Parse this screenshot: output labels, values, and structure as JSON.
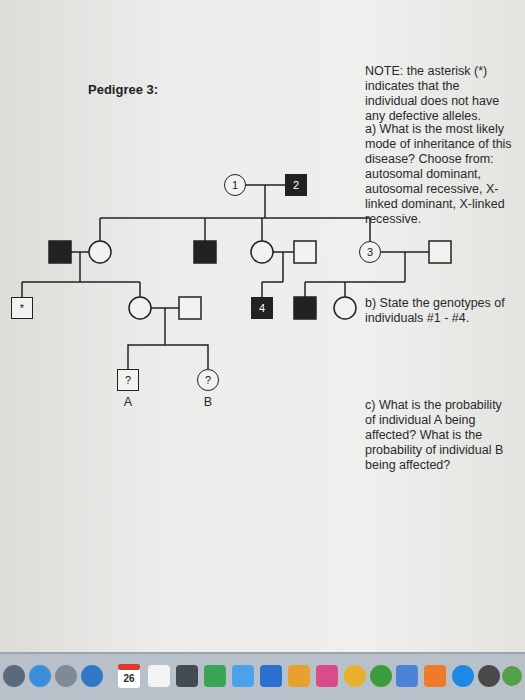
{
  "diagram": {
    "title": "Pedigree 3:",
    "nodes": [
      {
        "text": [
          "1"
        ]
      },
      {
        "text": [
          "2"
        ]
      },
      {
        "text": [
          "3"
        ]
      },
      {
        "text": [
          "*"
        ]
      },
      {
        "text": [
          "4"
        ]
      },
      {
        "text": [
          "?"
        ]
      },
      {
        "text": [
          "?"
        ]
      }
    ],
    "edges": [
      {
        "from": 0,
        "to": 1,
        "arrow": "none"
      },
      {
        "from": 5,
        "to": 6,
        "arrow": "none"
      }
    ],
    "labels": [
      "NOTE: the asterisk (*) indicates that the individual does not have any defective alleles.",
      "a) What is the most likely mode of inheritance of this disease? Choose from: autosomal dominant, autosomal recessive, X-linked dominant, X-linked recessive.",
      "b) State the genotypes of individuals #1 - #4.",
      "c) What is the probability of individual A being affected? What is the probability of individual B being affected?",
      "A",
      "B",
      "26"
    ]
  }
}
